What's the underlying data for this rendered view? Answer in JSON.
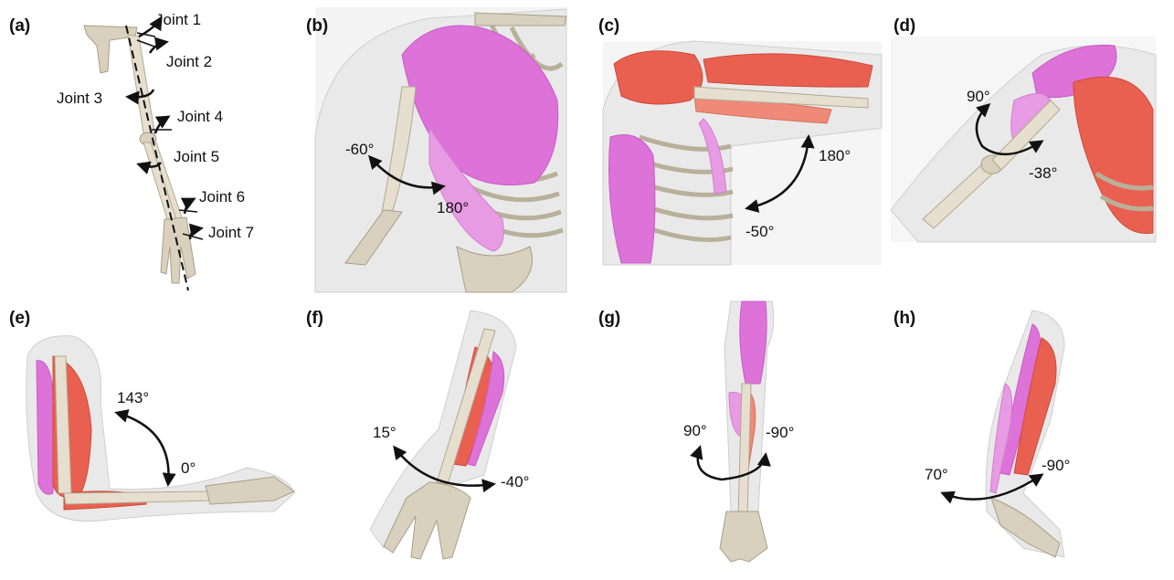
{
  "panels": {
    "a": {
      "label": "(a)",
      "joints": [
        "Joint 1",
        "Joint 2",
        "Joint 3",
        "Joint 4",
        "Joint 5",
        "Joint 6",
        "Joint 7"
      ]
    },
    "b": {
      "label": "(b)",
      "angle_1": "-60°",
      "angle_2": "180°"
    },
    "c": {
      "label": "(c)",
      "angle_1": "180°",
      "angle_2": "-50°"
    },
    "d": {
      "label": "(d)",
      "angle_1": "90°",
      "angle_2": "-38°"
    },
    "e": {
      "label": "(e)",
      "angle_1": "143°",
      "angle_2": "0°"
    },
    "f": {
      "label": "(f)",
      "angle_1": "15°",
      "angle_2": "-40°"
    },
    "g": {
      "label": "(g)",
      "angle_1": "90°",
      "angle_2": "-90°"
    },
    "h": {
      "label": "(h)",
      "angle_1": "70°",
      "angle_2": "-90°"
    }
  },
  "colors": {
    "muscle_pink": "#dd72d8",
    "muscle_red": "#ea6050",
    "bone": "#d9d0bd",
    "skin": "#e9e9e9",
    "annotation": "#111111"
  }
}
